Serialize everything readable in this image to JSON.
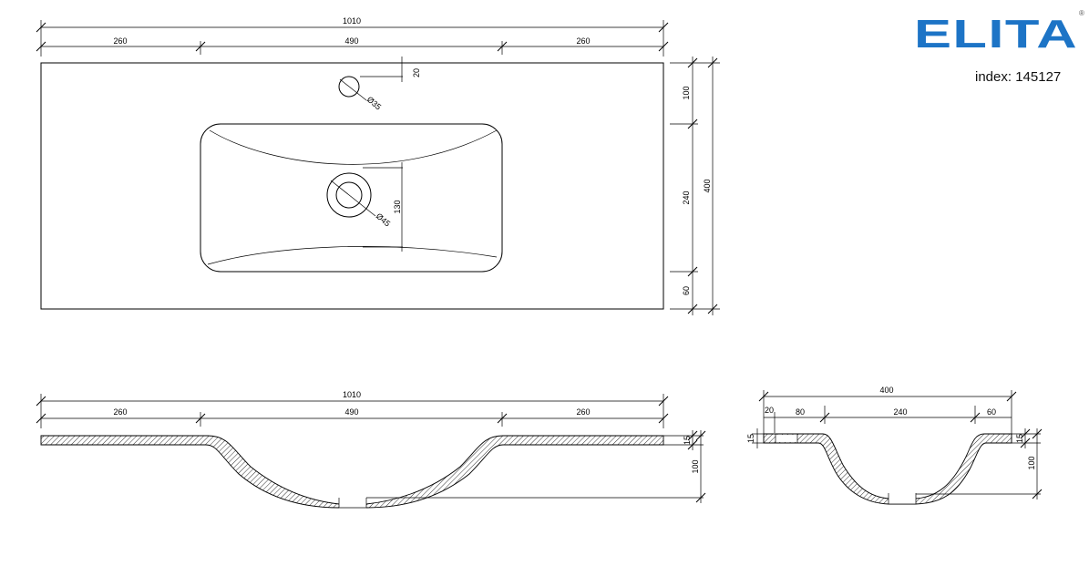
{
  "brand": {
    "name": "ELITA",
    "registered_mark": "®",
    "color": "#1d74c6"
  },
  "index": {
    "label": "index:",
    "value": "145127"
  },
  "top_view": {
    "overall_width": "1010",
    "left_offset": "260",
    "basin_width": "490",
    "right_offset": "260",
    "tap_hole_offset": "20",
    "tap_hole_diameter": "Ø35",
    "drain_diameter": "Ø45",
    "drain_offset": "130",
    "overall_depth": "400",
    "back_margin": "100",
    "basin_depth": "240",
    "front_margin": "60"
  },
  "front_section": {
    "overall_width": "1010",
    "left_offset": "260",
    "basin_width": "490",
    "right_offset": "260",
    "thickness": "15",
    "depth": "100"
  },
  "side_section": {
    "overall_depth": "400",
    "back_edge": "20",
    "back_margin": "80",
    "basin_depth": "240",
    "front_margin": "60",
    "thickness_left": "15",
    "thickness_right": "15",
    "depth": "100"
  }
}
